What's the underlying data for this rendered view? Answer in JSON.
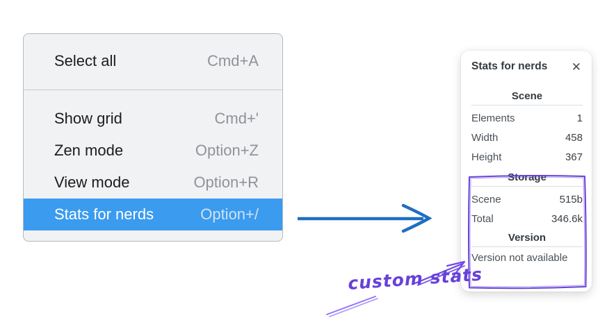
{
  "context_menu": {
    "items": [
      {
        "label": "Select all",
        "shortcut": "Cmd+A",
        "selected": false
      },
      {
        "label": "Show grid",
        "shortcut": "Cmd+'",
        "selected": false
      },
      {
        "label": "Zen mode",
        "shortcut": "Option+Z",
        "selected": false
      },
      {
        "label": "View mode",
        "shortcut": "Option+R",
        "selected": false
      },
      {
        "label": "Stats for nerds",
        "shortcut": "Option+/",
        "selected": true
      }
    ],
    "colors": {
      "background": "#f1f2f4",
      "border": "#b5b9be",
      "highlight": "#3b9bee",
      "text": "#1c1c1e",
      "shortcut_text": "#8f9398"
    }
  },
  "stats_panel": {
    "title": "Stats for nerds",
    "close_icon": "✕",
    "sections": [
      {
        "heading": "Scene",
        "rows": [
          {
            "label": "Elements",
            "value": "1"
          },
          {
            "label": "Width",
            "value": "458"
          },
          {
            "label": "Height",
            "value": "367"
          }
        ]
      },
      {
        "heading": "Storage",
        "rows": [
          {
            "label": "Scene",
            "value": "515b"
          },
          {
            "label": "Total",
            "value": "346.6k"
          }
        ]
      },
      {
        "heading": "Version",
        "note": "Version not available"
      }
    ]
  },
  "annotations": {
    "custom_stats_label": "custom stats",
    "colors": {
      "flow_arrow": "#1e6fc0",
      "highlight_box": "#6741d9",
      "label_text": "#6741d9",
      "light_arrow": "#9775fa"
    }
  }
}
